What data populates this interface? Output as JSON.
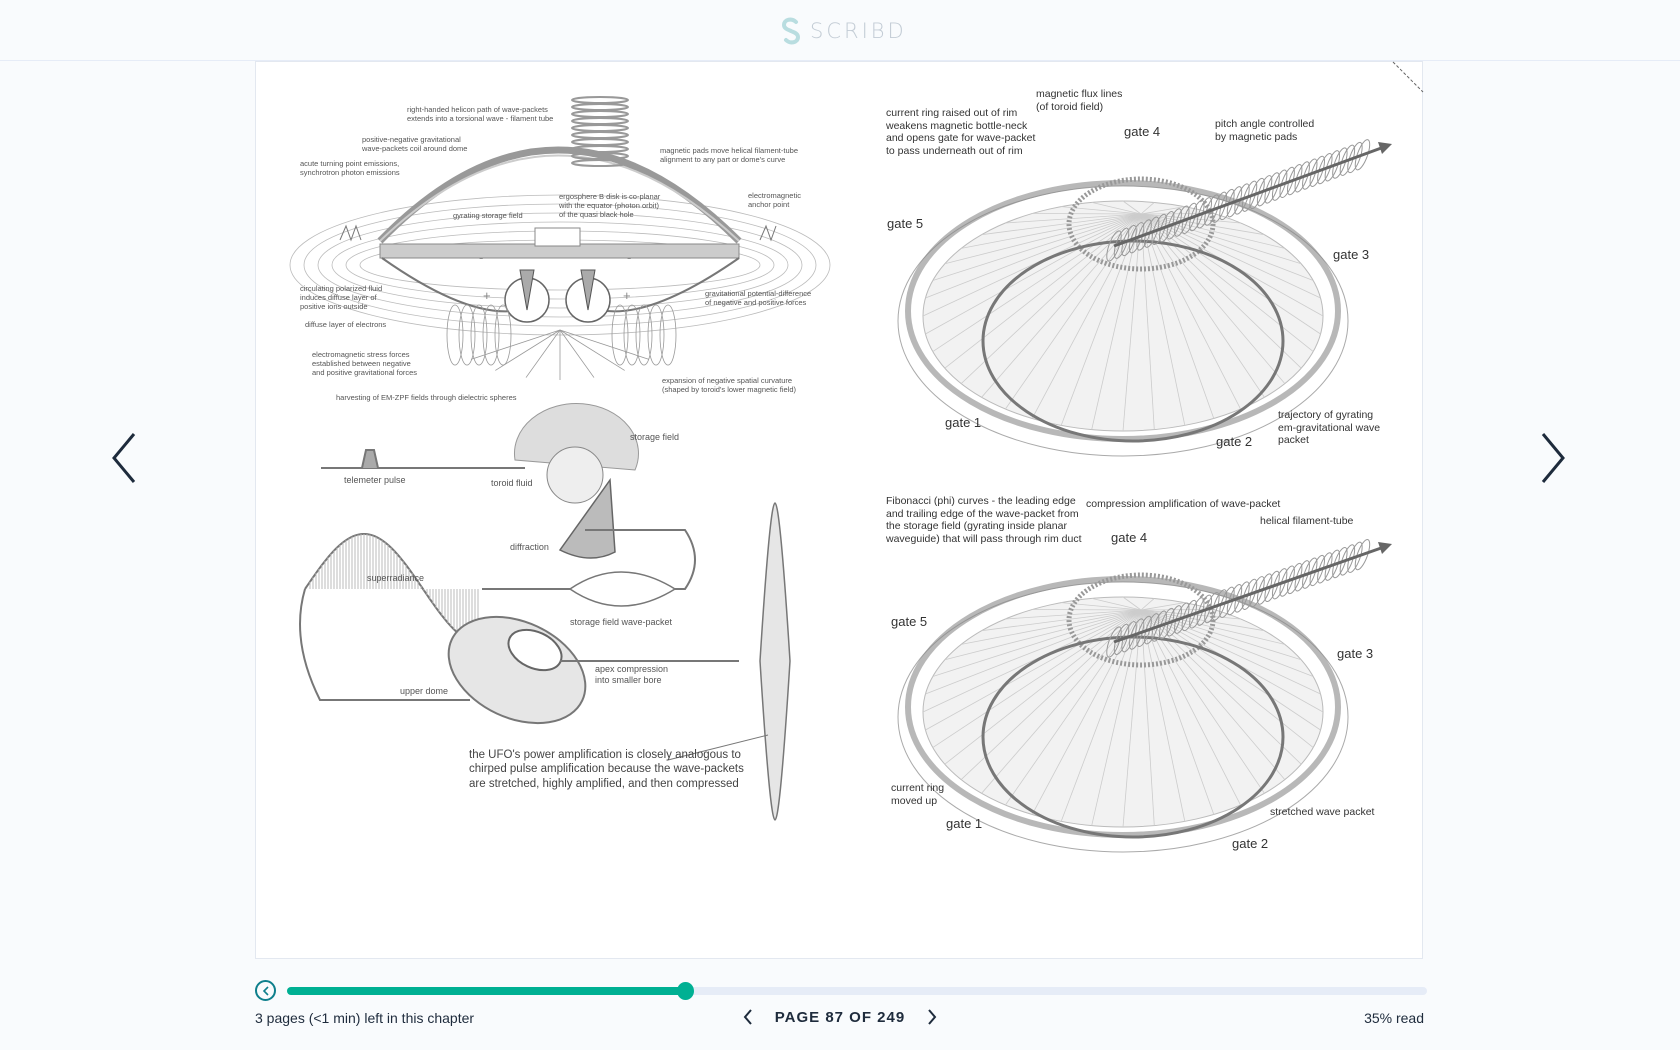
{
  "header": {
    "logo_text": "SCRIBD",
    "logo_icon": "scribd-logo-icon"
  },
  "document": {
    "diagram1": {
      "labels": [
        "right-handed helicon path of wave-packets\nextends into a torsional wave - filament tube",
        "positive-negative gravitational\nwave-packets coil around dome",
        "acute turning point emissions,\nsynchrotron photon emissions",
        "magnetic pads move helical filament-tube\nalignment to any part or dome's curve",
        "ergosphere B disk is co-planar\nwith the equator (photon orbit)\nof the quasi black hole",
        "gyrating storage field",
        "electromagnetic\nanchor point",
        "circulating polarized fluid\ninduces diffuse layer of\npositive ions outside",
        "gravitational potential-difference\nof negative and positive forces",
        "diffuse layer of electrons",
        "electromagnetic stress forces\nestablished between negative\nand positive gravitational forces",
        "expansion of negative spatial curvature\n(shaped by toroid's lower magnetic field)",
        "harvesting of EM-ZPF fields through dielectric spheres"
      ],
      "signs": [
        "-",
        "-",
        "+",
        "+"
      ]
    },
    "diagram2": {
      "labels": [
        "storage field",
        "telemeter pulse",
        "toroid fluid",
        "diffraction",
        "superradiance",
        "storage field wave-packet",
        "apex compression\ninto smaller bore",
        "upper dome"
      ],
      "caption": "the UFO's power amplification is closely analogous to\nchirped pulse amplification because the wave-packets\nare stretched, highly amplified, and then compressed"
    },
    "diagram3": {
      "labels": [
        "magnetic flux lines\n(of toroid field)",
        "current ring raised out of rim\nweakens magnetic bottle-neck\nand opens gate for wave-packet\nto pass underneath out of rim",
        "pitch angle controlled\nby magnetic pads",
        "trajectory of gyrating\nem-gravitational wave\npacket"
      ],
      "gates": [
        "gate 4",
        "gate 5",
        "gate 3",
        "gate 1",
        "gate 2"
      ]
    },
    "diagram4": {
      "labels": [
        "Fibonacci (phi) curves - the leading edge\nand trailing edge of the wave-packet from\nthe storage field (gyrating inside planar\nwaveguide) that will pass through rim duct",
        "compression amplification of wave-packet",
        "helical filament-tube",
        "current ring\nmoved up",
        "stretched wave packet"
      ],
      "gates": [
        "gate 4",
        "gate 5",
        "gate 3",
        "gate 1",
        "gate 2"
      ]
    }
  },
  "navigation": {
    "prev_icon": "chevron-left-icon",
    "next_icon": "chevron-right-icon"
  },
  "footer": {
    "chapter_remaining": "3 pages (<1 min) left in this chapter",
    "page_label": "PAGE 87 OF 249",
    "current_page": 87,
    "total_pages": 249,
    "percent_read_label": "35% read",
    "progress_fraction": 0.35
  },
  "colors": {
    "accent": "#00b093",
    "back_ring": "#0e7f8c",
    "text": "#1e2b3c",
    "track": "#e6ecf7"
  }
}
